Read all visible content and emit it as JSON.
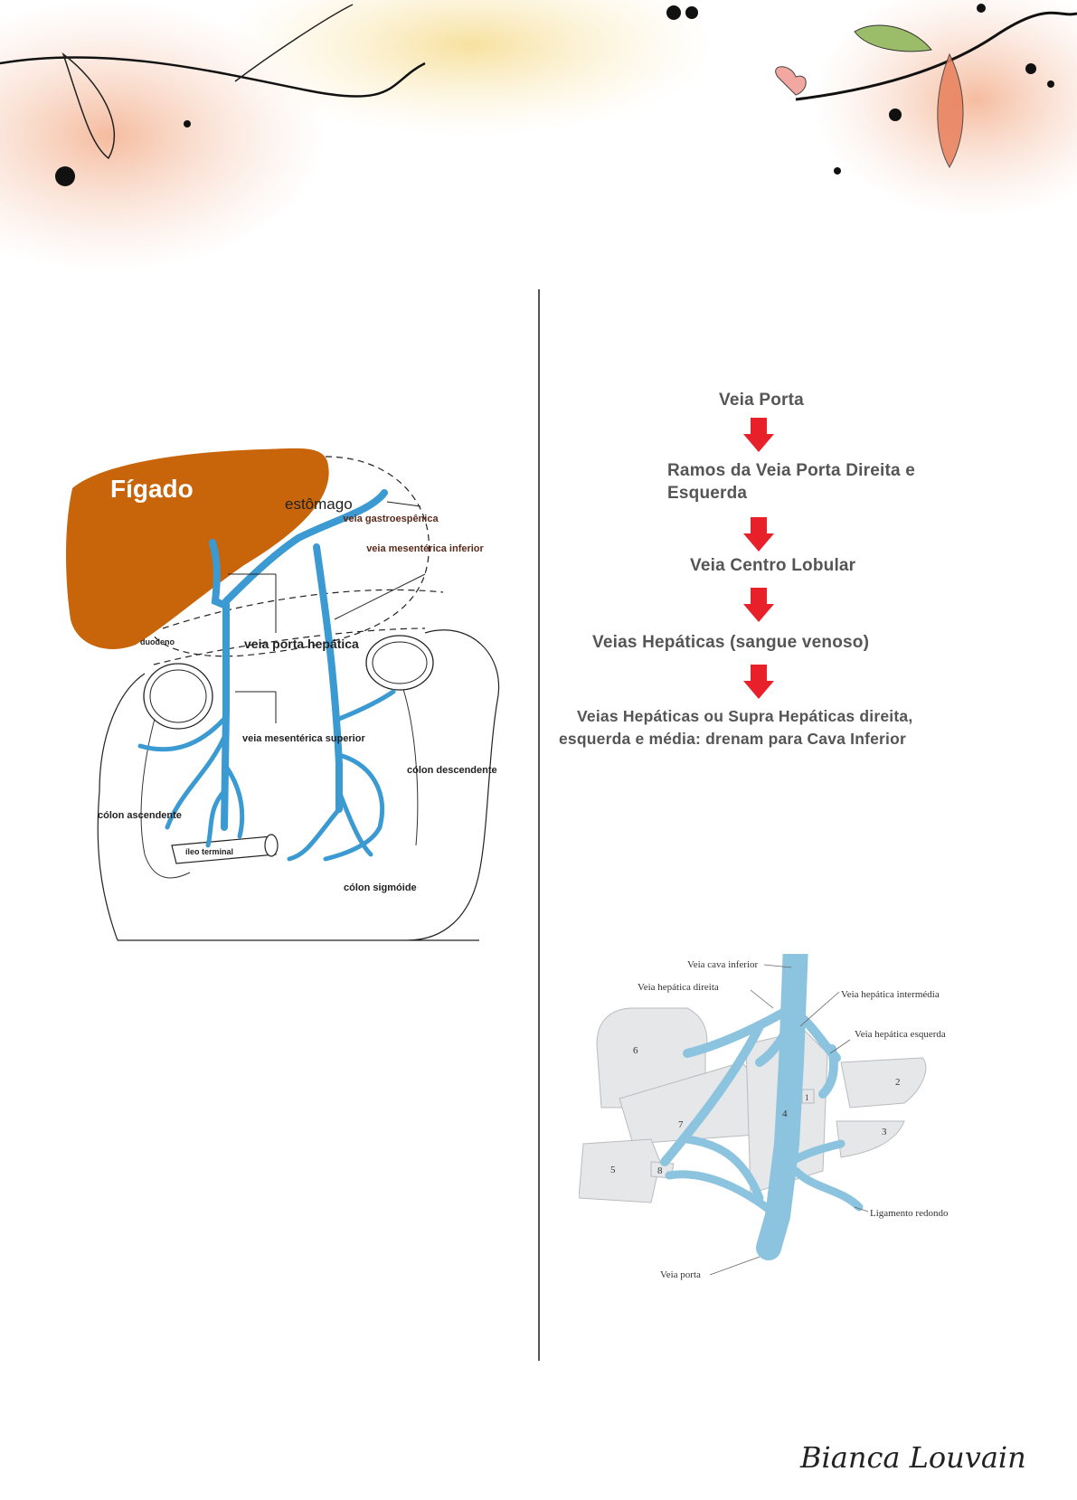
{
  "portal_diagram": {
    "liver": "Fígado",
    "stomach": "estômago",
    "labels": {
      "splenic_vein": "veia gastroespênica",
      "inferior_mesenteric_vein": "veia mesentérica inferior",
      "duodenum": "duodeno",
      "hepatic_portal_vein": "veia porta hepática",
      "superior_mesenteric_vein": "veia mesentérica superior",
      "descending_colon": "cólon descendente",
      "ascending_colon": "cólon ascendente",
      "terminal_ileum": "íleo terminal",
      "sigmoid_colon": "cólon sigmóide"
    },
    "colors": {
      "liver": "#c8650a",
      "vein": "#3a9ad1"
    }
  },
  "flowchart": {
    "steps": [
      "Veia Porta",
      "Ramos da Veia Porta Direita e Esquerda",
      "Veia Centro Lobular",
      "Veias Hepáticas (sangue venoso)",
      "Veias Hepáticas ou Supra Hepáticas direita, esquerda e média: drenam para Cava Inferior"
    ],
    "arrow_color": "#e8202a"
  },
  "segments_diagram": {
    "labels": {
      "ivc": "Veia cava inferior",
      "right_hepatic": "Veia hepática direita",
      "middle_hepatic": "Veia hepática intermédia",
      "left_hepatic": "Veia hepática esquerda",
      "round_ligament": "Ligamento redondo",
      "portal_vein": "Veia porta"
    },
    "segments": [
      "1",
      "2",
      "3",
      "4",
      "5",
      "6",
      "7",
      "8"
    ],
    "vein_color": "#a9d4ea"
  },
  "signature": "Bianca Louvain"
}
